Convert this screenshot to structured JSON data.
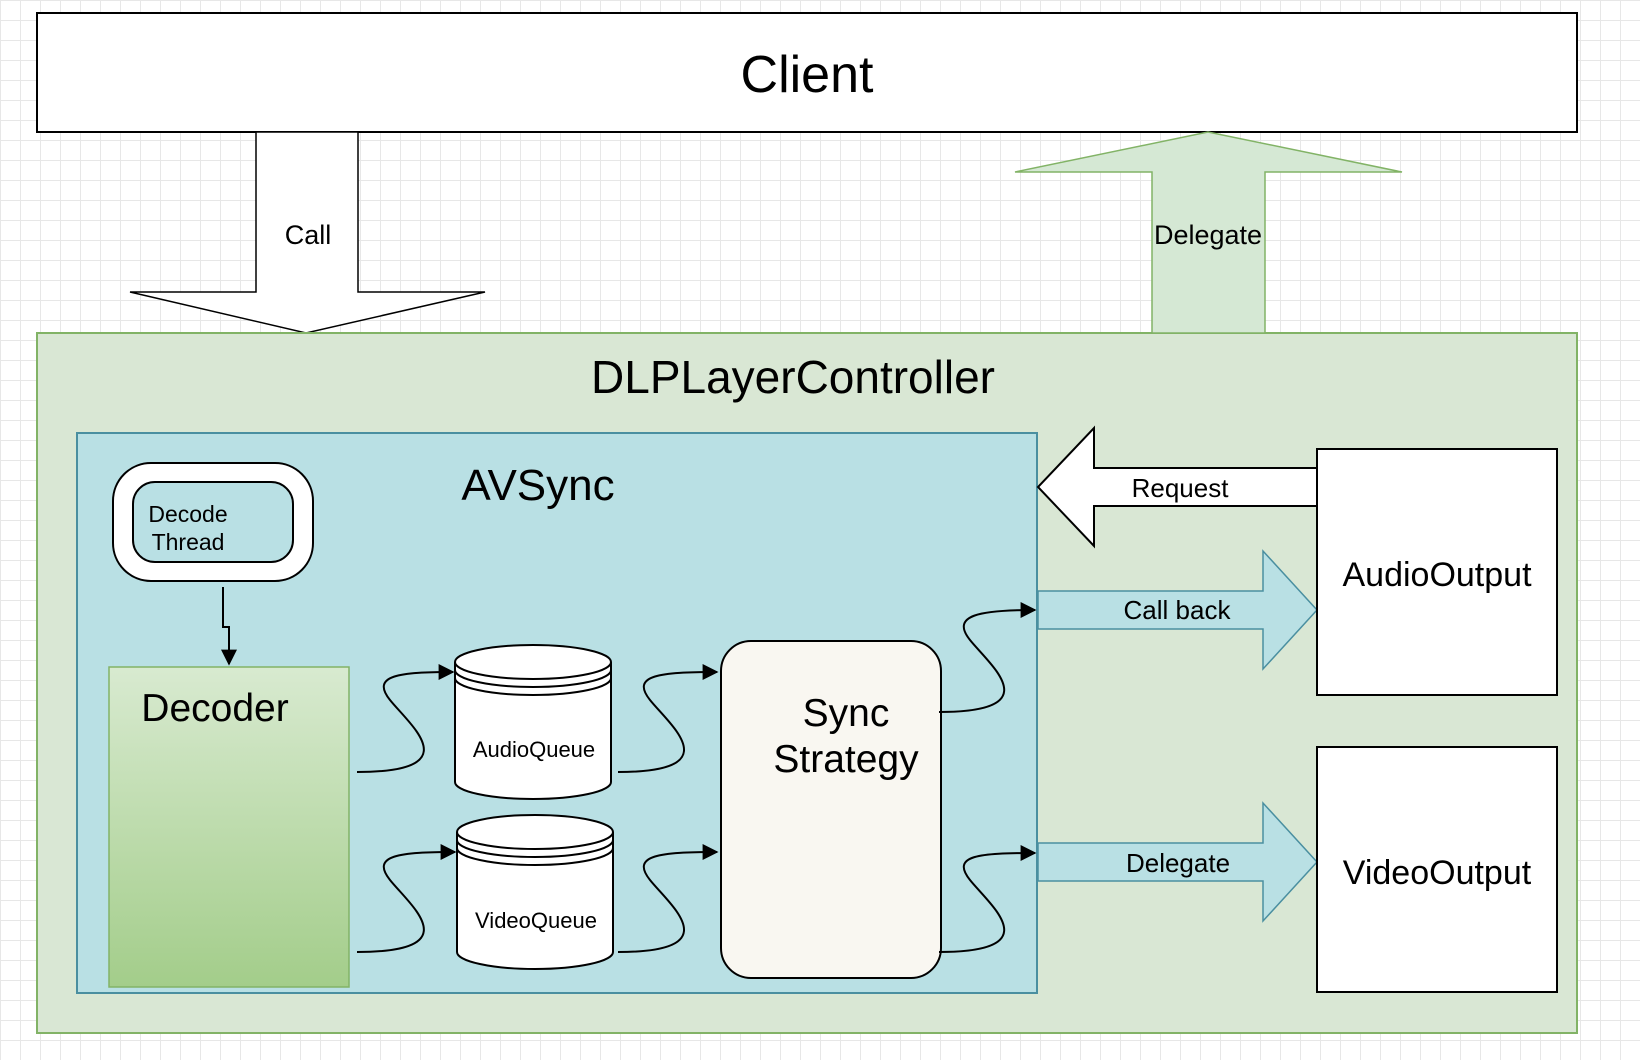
{
  "client": {
    "label": "Client"
  },
  "controller": {
    "label": "DLPLayerController"
  },
  "avsync": {
    "label": "AVSync"
  },
  "decode_thread": {
    "label_line1": "Decode",
    "label_line2": "Thread"
  },
  "decoder": {
    "label": "Decoder"
  },
  "audio_queue": {
    "label": "AudioQueue"
  },
  "video_queue": {
    "label": "VideoQueue"
  },
  "sync_strategy": {
    "label_line1": "Sync",
    "label_line2": "Strategy"
  },
  "audio_output": {
    "label": "AudioOutput"
  },
  "video_output": {
    "label": "VideoOutput"
  },
  "arrows": {
    "call": "Call",
    "delegate_top": "Delegate",
    "request": "Request",
    "call_back": "Call back",
    "delegate_video": "Delegate"
  },
  "colors": {
    "controller_fill": "#d9e7d4",
    "controller_stroke": "#82b366",
    "avsync_fill": "#b9e0e4",
    "avsync_stroke": "#4a8fa0",
    "decoder_gradient_top": "#d8ead0",
    "decoder_gradient_bottom": "#a3cd8a",
    "sync_strategy_fill": "#f9f7f1",
    "delegate_arrow_fill": "#d5e8d4"
  }
}
